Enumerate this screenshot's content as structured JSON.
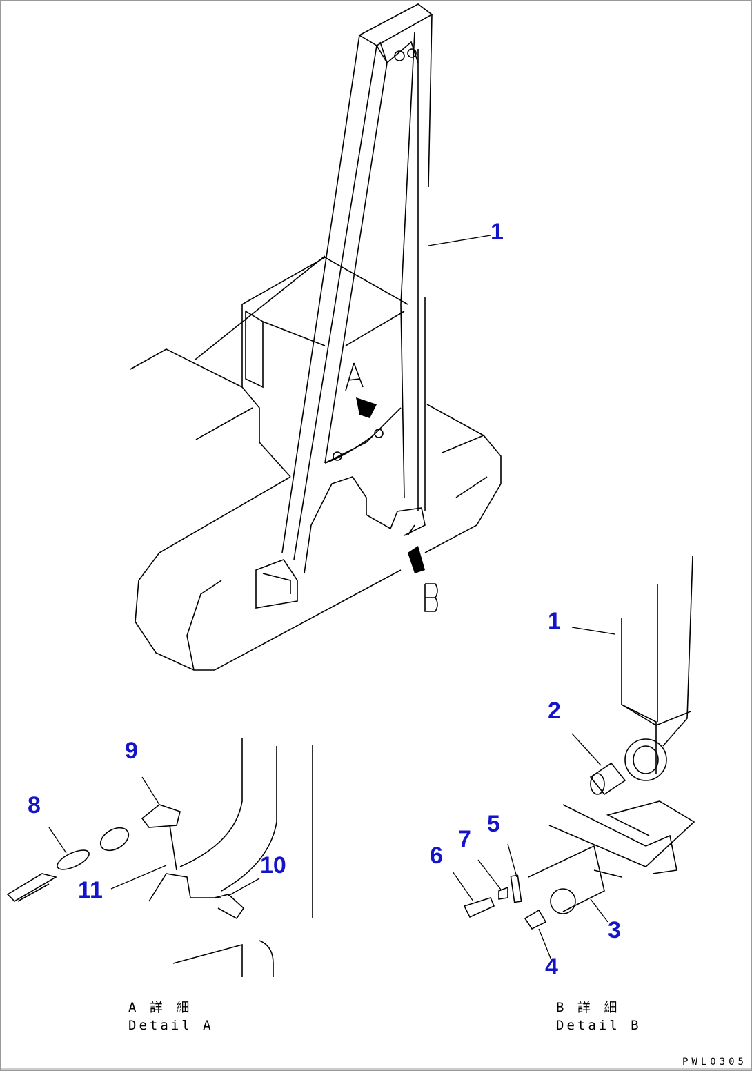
{
  "callouts": [
    "1",
    "1",
    "2",
    "3",
    "4",
    "5",
    "6",
    "7",
    "8",
    "9",
    "10",
    "11"
  ],
  "view_marks": {
    "a": "A",
    "b": "B"
  },
  "captions": {
    "detail_a_jp": "A 詳 細",
    "detail_a_en": "Detail A",
    "detail_b_jp": "B 詳 細",
    "detail_b_en": "Detail B"
  },
  "drawing_code": "PWL0305",
  "colors": {
    "callout": "#1414c8",
    "line": "#000000"
  }
}
